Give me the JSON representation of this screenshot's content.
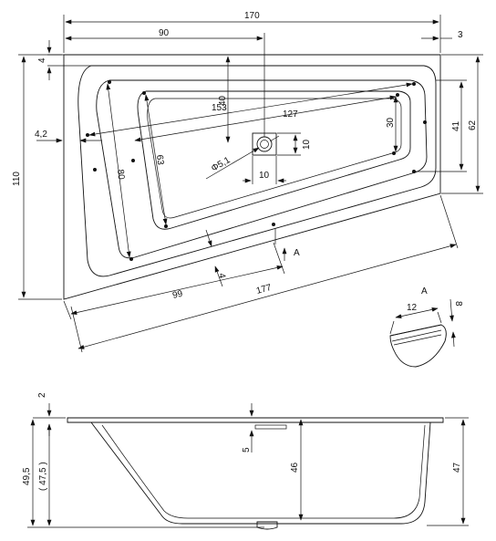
{
  "top_view": {
    "dims": {
      "overall_length": "170",
      "drain_offset": "90",
      "edge_right": "3",
      "edge_top": "4",
      "overall_width": "110",
      "left_edge": "4,2",
      "inner_width_left": "80",
      "basin_width_left": "63",
      "inner_width_right": "41",
      "outer_width_right": "62",
      "basin_width_right": "30",
      "diag_inner": "153",
      "basin_length": "127",
      "drain_depth": "40",
      "drain_box_h": "10",
      "drain_box_w": "10",
      "drain_diameter": "Φ5,1",
      "rim_thickness": "4",
      "front_short": "99",
      "front_long": "177",
      "section_marker": "A"
    }
  },
  "detail_a": {
    "title": "A",
    "dims": {
      "width": "12",
      "height": "8"
    }
  },
  "side_view": {
    "dims": {
      "rim_top": "2",
      "total_height": "49,5",
      "inner_height": "( 47,5 )",
      "drain_height": "5",
      "center_depth": "46",
      "right_height": "47"
    }
  }
}
